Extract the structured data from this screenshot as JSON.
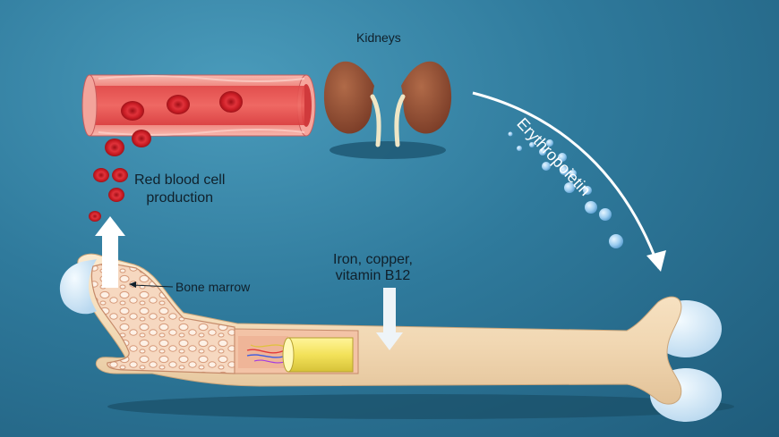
{
  "labels": {
    "kidneys": "Kidneys",
    "rbc_line1": "Red blood cell",
    "rbc_line2": "production",
    "iron_line1": "Iron, copper,",
    "iron_line2": "vitamin B12",
    "bone_marrow": "Bone marrow",
    "erythropoietin": "Erythropoietin"
  },
  "colors": {
    "background": "#2f7a9c",
    "vessel": "#e26060",
    "blood_cell": "#d9232a",
    "kidney": "#8a4a32",
    "bone": "#f3dcbb",
    "cartilage": "#cfe6f7",
    "hormone": "#a9d6f5"
  }
}
